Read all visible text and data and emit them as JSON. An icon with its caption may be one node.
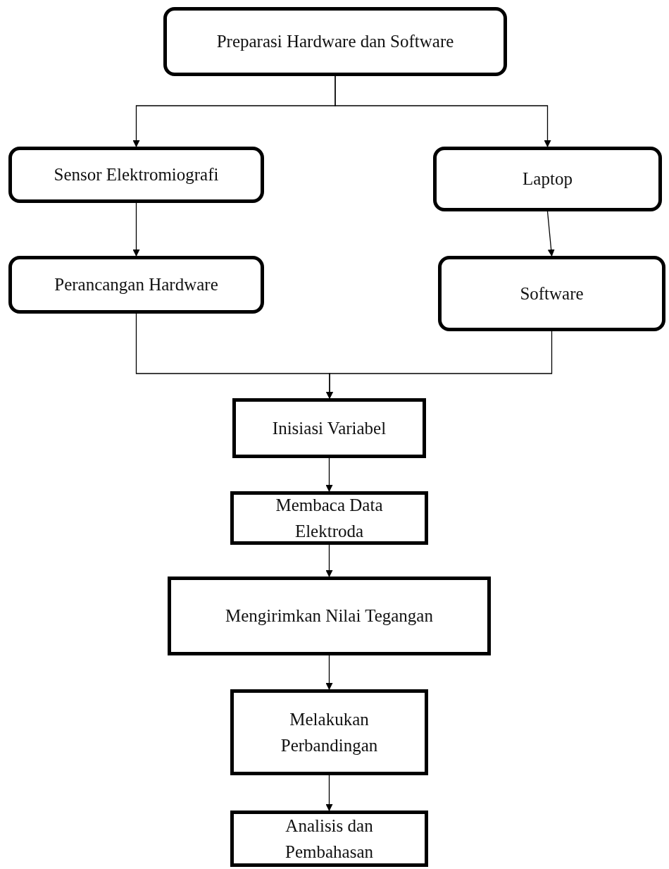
{
  "diagram": {
    "nodes": [
      {
        "text": [
          "Preparasi Hardware dan Software"
        ]
      },
      {
        "text": [
          "Sensor Elektromiografi"
        ]
      },
      {
        "text": [
          "Laptop"
        ]
      },
      {
        "text": [
          "Perancangan Hardware"
        ]
      },
      {
        "text": [
          "Software"
        ]
      },
      {
        "text": [
          "Inisiasi Variabel"
        ]
      },
      {
        "text": [
          "Membaca Data Elektroda"
        ]
      },
      {
        "text": [
          "Mengirimkan Nilai Tegangan"
        ]
      },
      {
        "text": [
          "Melakukan Perbandingan"
        ]
      },
      {
        "text": [
          "Analisis dan Pembahasan"
        ]
      }
    ],
    "edges": [
      {
        "from": 0,
        "to": 1,
        "arrow": "to"
      },
      {
        "from": 0,
        "to": 2,
        "arrow": "to"
      },
      {
        "from": 1,
        "to": 3,
        "arrow": "to"
      },
      {
        "from": 2,
        "to": 4,
        "arrow": "to"
      },
      {
        "from": 3,
        "to": 5,
        "arrow": "to"
      },
      {
        "from": 4,
        "to": 5,
        "arrow": "to"
      },
      {
        "from": 5,
        "to": 6,
        "arrow": "to"
      },
      {
        "from": 6,
        "to": 7,
        "arrow": "to"
      },
      {
        "from": 7,
        "to": 8,
        "arrow": "to"
      },
      {
        "from": 8,
        "to": 9,
        "arrow": "to"
      }
    ]
  }
}
